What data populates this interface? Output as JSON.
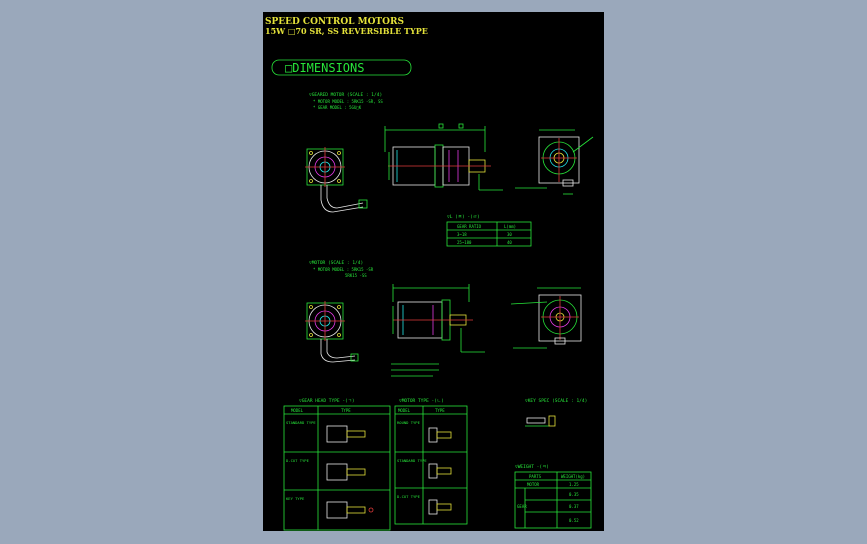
{
  "title": {
    "line1": "SPEED CONTROL MOTORS",
    "line2": "15W  □70     SR, SS REVERSIBLE TYPE"
  },
  "section_label": "□DIMENSIONS",
  "notes": {
    "geared_motor": "▽GEARED MOTOR (SCALE : 1/4)",
    "geared_model": "* MOTOR MODEL : 5RK15 -SR, SS",
    "geared_gear": "* GEAR MODEL : 5GU□K",
    "table1_caption": "▽L (ㅉ) -(ㄹ)",
    "motor_scale": "▽MOTOR (SCALE : 1/4)",
    "motor_model": "* MOTOR MODEL : 5RK15 -SR",
    "motor_model2": "5RK15 -SS",
    "gear_head": "▽GEAR HEAD TYPE -(ㄱ)",
    "motor_type": "▽MOTOR TYPE -(ㄴ)",
    "key_spec": "▽KEY SPEC (SCALE : 1/4)",
    "weight": "▽WEIGHT -(ㅋ)"
  },
  "table1": {
    "header": [
      "GEAR RATIO",
      "L(mm)"
    ],
    "rows": [
      [
        "3~18",
        "30"
      ],
      [
        "25~180",
        "40"
      ]
    ]
  },
  "table_gear": {
    "header": [
      "MODEL",
      "TYPE"
    ],
    "rows": [
      "STANDARD TYPE",
      "D-CUT TYPE",
      "KEY TYPE"
    ]
  },
  "table_motor": {
    "header": [
      "MODEL",
      "TYPE"
    ],
    "rows": [
      "ROUND TYPE",
      "STANDARD TYPE",
      "D-CUT TYPE"
    ]
  },
  "table_weight": {
    "header": [
      "PARTS",
      "WEIGHT(kg)"
    ],
    "rows": [
      [
        "MOTOR",
        "1.25"
      ],
      [
        "GEAR",
        "0.35"
      ],
      [
        "",
        "0.37"
      ],
      [
        "",
        "0.52"
      ]
    ]
  },
  "colors": {
    "background": "#9aa8bb",
    "sheet": "#000000",
    "line": "#27e63a",
    "title": "#e4e23a"
  }
}
